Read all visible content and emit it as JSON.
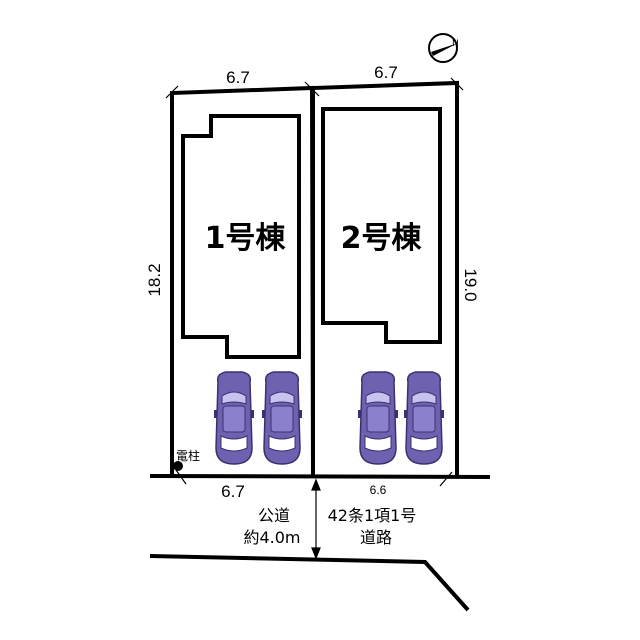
{
  "lots": {
    "lot1": {
      "top_width": "6.7",
      "bottom_width": "6.7",
      "left_depth": "18.2",
      "building_label": "1号棟"
    },
    "lot2": {
      "top_width": "6.7",
      "bottom_width": "6.6",
      "right_depth": "19.0",
      "building_label": "2号棟"
    }
  },
  "utility_pole": {
    "label": "電柱"
  },
  "road": {
    "public_road_label": "公道",
    "width_label": "約4.0m",
    "article_label": "42条1項1号",
    "road_label": "道路"
  },
  "colors": {
    "car_body": "#6e62b0",
    "car_roof": "#8a80cc",
    "line": "#000000"
  },
  "icons": [
    "compass-icon",
    "car-icon",
    "utility-pole-icon"
  ]
}
